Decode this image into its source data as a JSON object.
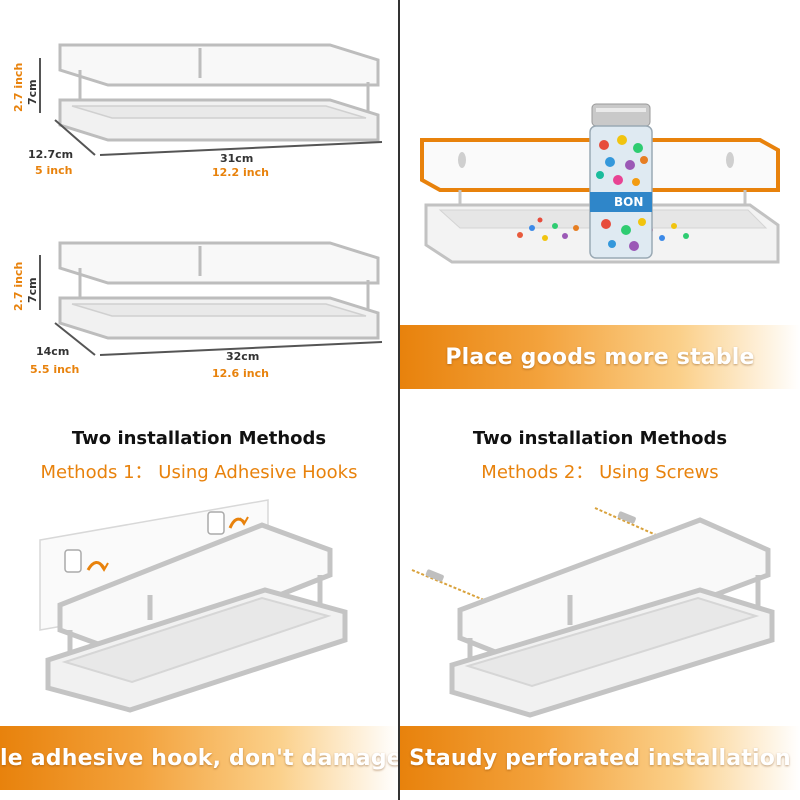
{
  "panel_top_left_1": {
    "height_cm": "7cm",
    "height_inch": "2.7 inch",
    "depth_cm": "12.7cm",
    "depth_inch": "5 inch",
    "length_cm": "31cm",
    "length_inch": "12.2 inch"
  },
  "panel_top_left_2": {
    "height_cm": "7cm",
    "height_inch": "2.7 inch",
    "depth_cm": "14cm",
    "depth_inch": "5.5 inch",
    "length_cm": "32cm",
    "length_inch": "12.6 inch"
  },
  "panel_top_right": {
    "banner": "Place goods more stable",
    "jar_label": "BON"
  },
  "panel_bottom_left": {
    "title": "Two installation Methods",
    "subtitle": "Methods 1： Using Adhesive Hooks",
    "banner": "Simple adhesive hook, don't damage wall"
  },
  "panel_bottom_right": {
    "title": "Two installation Methods",
    "subtitle": "Methods 2： Using Screws",
    "banner": "Staudy perforated installation"
  },
  "colors": {
    "accent": "#e8820c",
    "text": "#333333",
    "shelf_stroke": "#b8b8b8"
  }
}
